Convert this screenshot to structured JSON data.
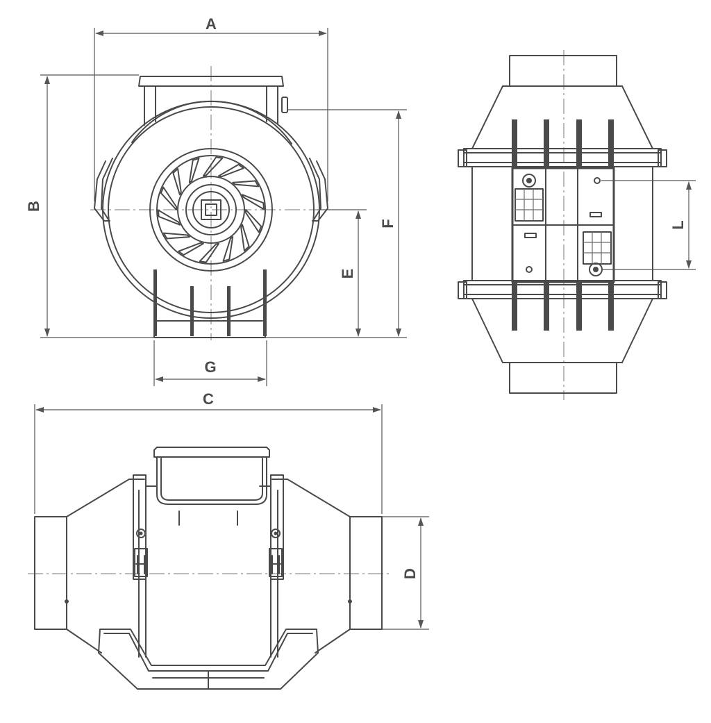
{
  "dimension_labels": {
    "A": "A",
    "B": "B",
    "C": "C",
    "D": "D",
    "E": "E",
    "F": "F",
    "G": "G",
    "L": "L"
  },
  "colors": {
    "line": "#4a4a4a",
    "background": "#ffffff"
  }
}
